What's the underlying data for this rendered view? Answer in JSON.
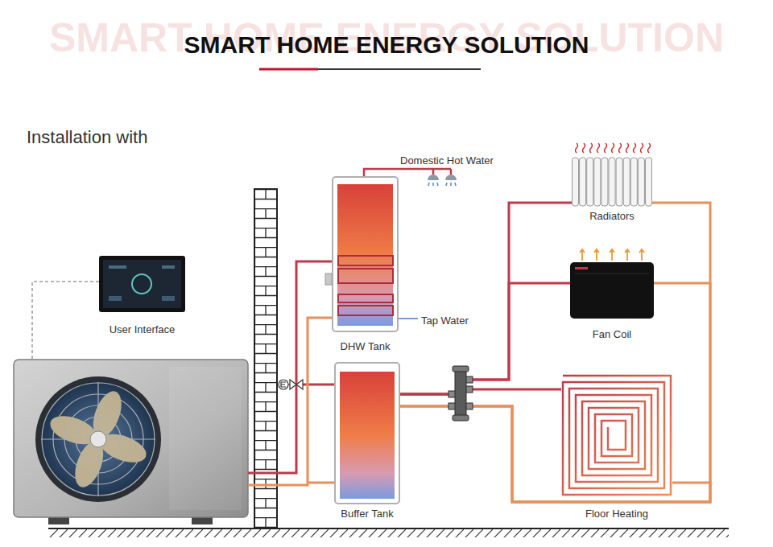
{
  "diagram": {
    "title": "SMART HOME ENERGY SOLUTION",
    "nodes": [
      {
        "text": [
          "User Interface"
        ]
      },
      {
        "text": [
          "DHW Tank"
        ]
      },
      {
        "text": [
          "Buffer Tank"
        ]
      },
      {
        "text": [
          "Radiators"
        ]
      },
      {
        "text": [
          "Fan Coil"
        ]
      },
      {
        "text": [
          "Floor Heating"
        ]
      }
    ],
    "edges": [
      {
        "from": 2,
        "to": 3,
        "arrow": "none"
      },
      {
        "from": 2,
        "to": 4,
        "arrow": "none"
      },
      {
        "from": 2,
        "to": 5,
        "arrow": "none"
      },
      {
        "from": 3,
        "to": 2,
        "arrow": "none"
      },
      {
        "from": 4,
        "to": 2,
        "arrow": "none"
      },
      {
        "from": 5,
        "to": 2,
        "arrow": "none"
      }
    ],
    "labels": [
      "SMART HOME ENERGY SOLUTION",
      "Installation with",
      "Domestic Hot Water",
      "Tap Water"
    ]
  }
}
